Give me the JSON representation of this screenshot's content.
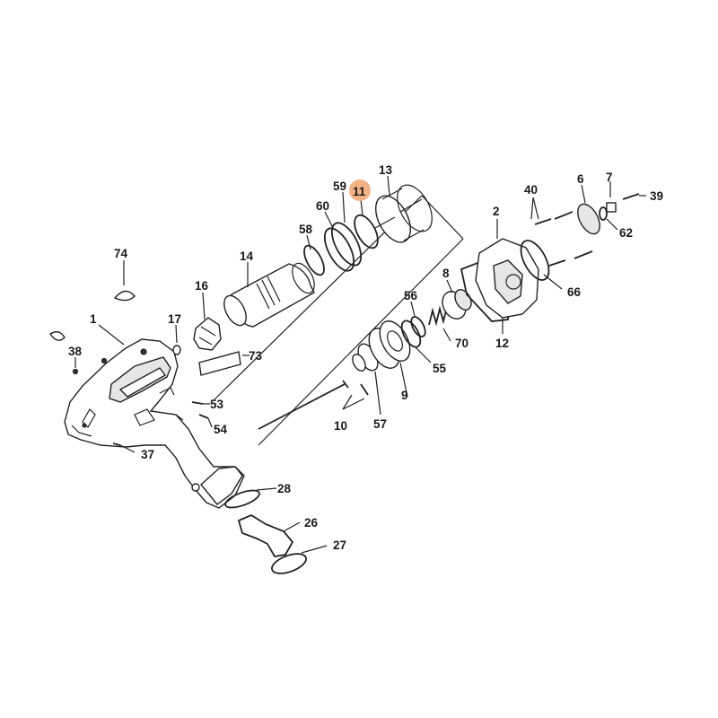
{
  "diagram": {
    "highlight_color": "#f4b183",
    "highlighted_part": "11",
    "labels": {
      "p1": "1",
      "p2": "2",
      "p6": "6",
      "p7": "7",
      "p8": "8",
      "p9": "9",
      "p10": "10",
      "p11": "11",
      "p12": "12",
      "p13": "13",
      "p14": "14",
      "p16": "16",
      "p17": "17",
      "p26": "26",
      "p27": "27",
      "p28": "28",
      "p37": "37",
      "p38": "38",
      "p39": "39",
      "p40": "40",
      "p53": "53",
      "p54": "54",
      "p55": "55",
      "p56": "56",
      "p57": "57",
      "p58": "58",
      "p59": "59",
      "p60": "60",
      "p62": "62",
      "p66": "66",
      "p70": "70",
      "p73": "73",
      "p74": "74"
    }
  }
}
